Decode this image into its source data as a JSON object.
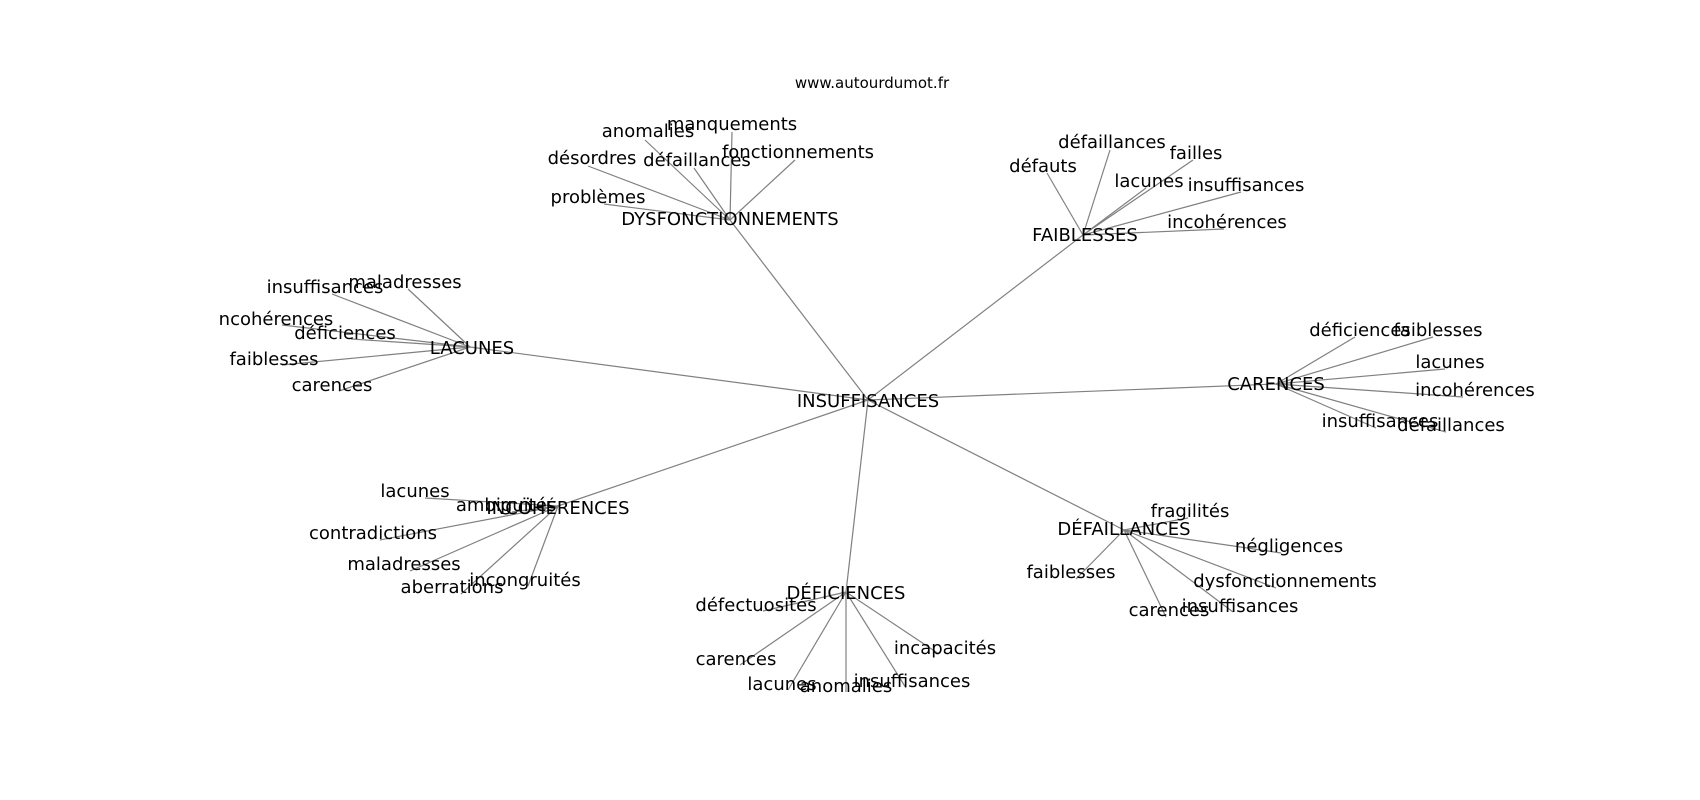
{
  "watermark": "www.autourdumot.fr",
  "colors": {
    "edge": "#808080",
    "text": "#000000",
    "background": "#ffffff"
  },
  "root": "INSUFFISANCES",
  "clusters": [
    {
      "id": "dysfonctionnements",
      "label": "DYSFONCTIONNEMENTS",
      "leaves": [
        "manquements",
        "anomalies",
        "fonctionnements",
        "désordres",
        "défaillances",
        "problèmes"
      ]
    },
    {
      "id": "faiblesses",
      "label": "FAIBLESSES",
      "leaves": [
        "défaillances",
        "failles",
        "défauts",
        "lacunes",
        "insuffisances",
        "incohérences"
      ]
    },
    {
      "id": "lacunes",
      "label": "LACUNES",
      "leaves": [
        "insuffisances",
        "maladresses",
        "ncohérences",
        "déficiences",
        "faiblesses",
        "carences"
      ]
    },
    {
      "id": "carences",
      "label": "CARENCES",
      "leaves": [
        "déficiences",
        "faiblesses",
        "lacunes",
        "incohérences",
        "insuffisances",
        "défaillances"
      ]
    },
    {
      "id": "incoherences",
      "label": "INCOHÉRENCES",
      "leaves": [
        "lacunes",
        "ambiguïtés",
        "contradictions",
        "maladresses",
        "incongruités",
        "aberrations"
      ]
    },
    {
      "id": "defaillances",
      "label": "DÉFAILLANCES",
      "leaves": [
        "fragilités",
        "négligences",
        "faiblesses",
        "dysfonctionnements",
        "insuffisances",
        "carences"
      ]
    },
    {
      "id": "deficiences",
      "label": "DÉFICIENCES",
      "leaves": [
        "défectuosités",
        "incapacités",
        "carences",
        "insuffisances",
        "lacunes",
        "anomalies"
      ]
    }
  ]
}
